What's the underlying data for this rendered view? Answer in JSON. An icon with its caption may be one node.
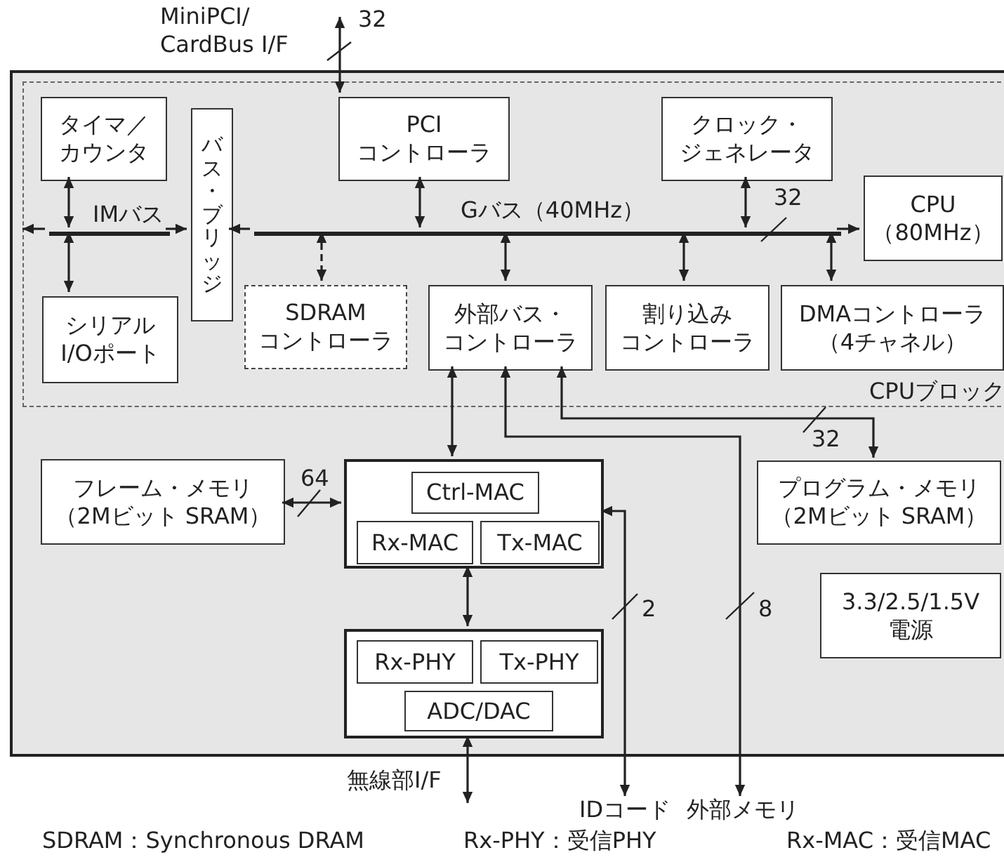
{
  "diagram": {
    "nodes": [
      {
        "text": [],
        "shape": "box"
      },
      {
        "text": [
          "CPUブロック"
        ],
        "in": 0
      },
      {
        "text": [
          "タイマ／カウンタ"
        ],
        "in": 1
      },
      {
        "text": [
          "バス・ブリッジ"
        ],
        "in": 1
      },
      {
        "text": [
          "PCIコントローラ"
        ],
        "in": 1
      },
      {
        "text": [
          "クロック・ジェネレータ"
        ],
        "in": 1
      },
      {
        "text": [],
        "shape": "bar",
        "in": 1,
        "beside": [
          "IMバス"
        ]
      },
      {
        "text": [],
        "shape": "bar",
        "in": 1,
        "beside": [
          "Gバス（40MHz）"
        ]
      },
      {
        "text": [
          "CPU（80MHz）"
        ],
        "in": 1
      },
      {
        "text": [
          "シリアルI/Oポート"
        ],
        "in": 1
      },
      {
        "text": [
          "SDRAMコントローラ"
        ],
        "in": 1
      },
      {
        "text": [
          "外部バス・コントローラ"
        ],
        "in": 1
      },
      {
        "text": [
          "割り込みコントローラ"
        ],
        "in": 1
      },
      {
        "text": [
          "DMAコントローラ（4チャネル）"
        ],
        "in": 1
      },
      {
        "text": [
          "フレーム・メモリ（2Mビット SRAM）"
        ],
        "in": 0
      },
      {
        "text": [],
        "shape": "box",
        "in": 0
      },
      {
        "text": [
          "Ctrl-MAC"
        ],
        "in": 15
      },
      {
        "text": [
          "Rx-MAC"
        ],
        "in": 15
      },
      {
        "text": [
          "Tx-MAC"
        ],
        "in": 15
      },
      {
        "text": [
          "プログラム・メモリ（2Mビット SRAM）"
        ],
        "in": 0
      },
      {
        "text": [
          "3.3/2.5/1.5V電源"
        ],
        "in": 0
      },
      {
        "text": [],
        "shape": "box",
        "in": 0
      },
      {
        "text": [
          "Rx-PHY"
        ],
        "in": 21
      },
      {
        "text": [
          "Tx-PHY"
        ],
        "in": 21
      },
      {
        "text": [
          "ADC/DAC"
        ],
        "in": 21
      },
      {
        "text": [
          "IDコード"
        ]
      },
      {
        "text": [
          "外部メモリ"
        ]
      }
    ],
    "edges": [
      {
        "from": null,
        "to": 4,
        "arrow": "both",
        "label": "32"
      },
      {
        "from": 2,
        "to": 6,
        "arrow": "both"
      },
      {
        "from": 6,
        "to": 9,
        "arrow": "both"
      },
      {
        "from": 6,
        "to": null,
        "arrow": "to"
      },
      {
        "from": 6,
        "to": 3,
        "arrow": "to"
      },
      {
        "from": 7,
        "to": 3,
        "arrow": "to"
      },
      {
        "from": 7,
        "to": 8,
        "arrow": "to"
      },
      {
        "from": 4,
        "to": 7,
        "arrow": "both"
      },
      {
        "from": 5,
        "to": 7,
        "arrow": "both"
      },
      {
        "from": 7,
        "to": 10,
        "arrow": "both",
        "style": "dashed"
      },
      {
        "from": 7,
        "to": 11,
        "arrow": "both"
      },
      {
        "from": 7,
        "to": 12,
        "arrow": "both"
      },
      {
        "from": 7,
        "to": 13,
        "arrow": "both"
      },
      {
        "from": 11,
        "to": 15,
        "arrow": "both"
      },
      {
        "from": 11,
        "to": 19,
        "arrow": "both",
        "label": "32"
      },
      {
        "from": 11,
        "to": 26,
        "arrow": "both",
        "label": "8"
      },
      {
        "from": 14,
        "to": 15,
        "arrow": "both",
        "label": "64"
      },
      {
        "from": 15,
        "to": 25,
        "arrow": "both",
        "label": "2"
      },
      {
        "from": 15,
        "to": 21,
        "arrow": "both"
      },
      {
        "from": 21,
        "to": null,
        "arrow": "both"
      }
    ],
    "labels": [
      "MiniPCI/ CardBus I/F",
      "32",
      "無線部I/F",
      "SDRAM：Synchronous DRAM",
      "Rx-PHY：受信PHY",
      "Rx-MAC：受信MAC"
    ]
  }
}
